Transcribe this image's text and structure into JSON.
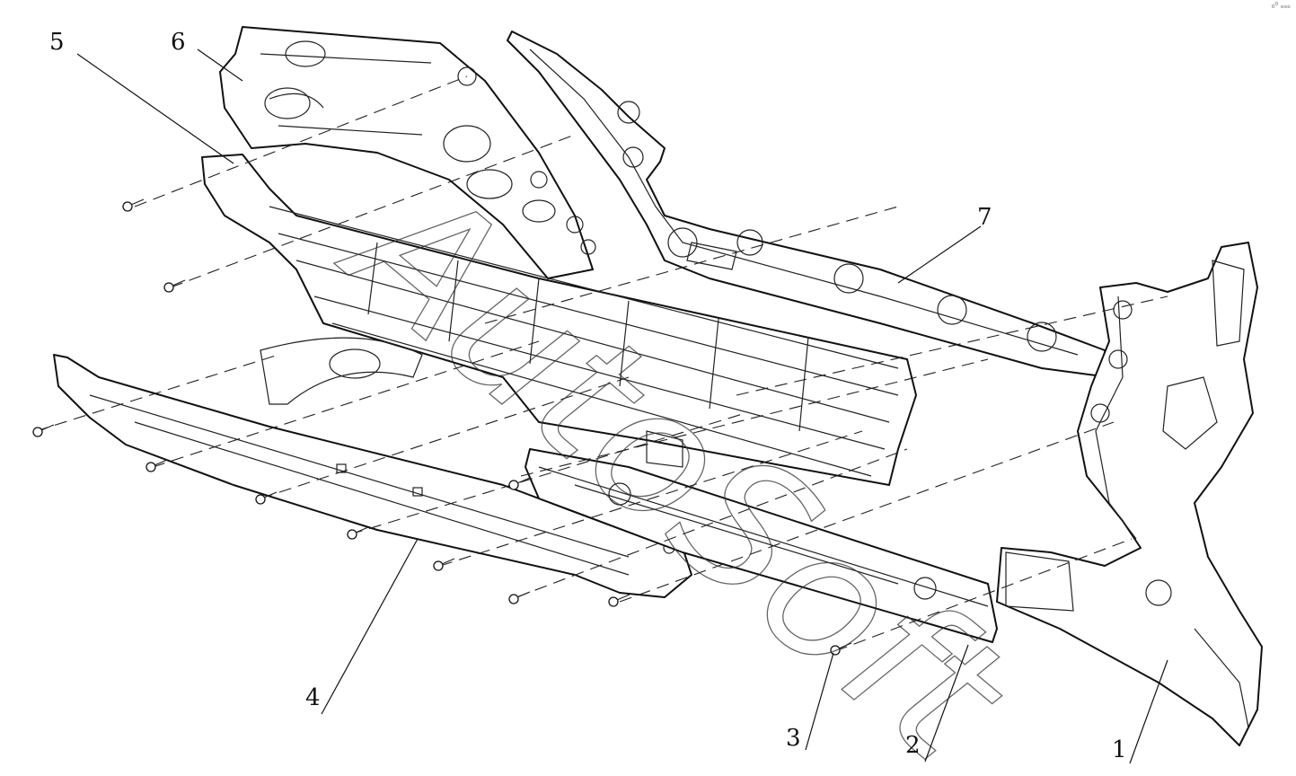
{
  "diagram": {
    "watermark": "AutoSoft",
    "corner_mark": "₀⁰ ₒₒₒ",
    "callouts": [
      {
        "id": "1",
        "label": "1"
      },
      {
        "id": "2",
        "label": "2"
      },
      {
        "id": "3",
        "label": "3"
      },
      {
        "id": "4",
        "label": "4"
      },
      {
        "id": "5",
        "label": "5"
      },
      {
        "id": "6",
        "label": "6"
      },
      {
        "id": "7",
        "label": "7"
      }
    ]
  }
}
